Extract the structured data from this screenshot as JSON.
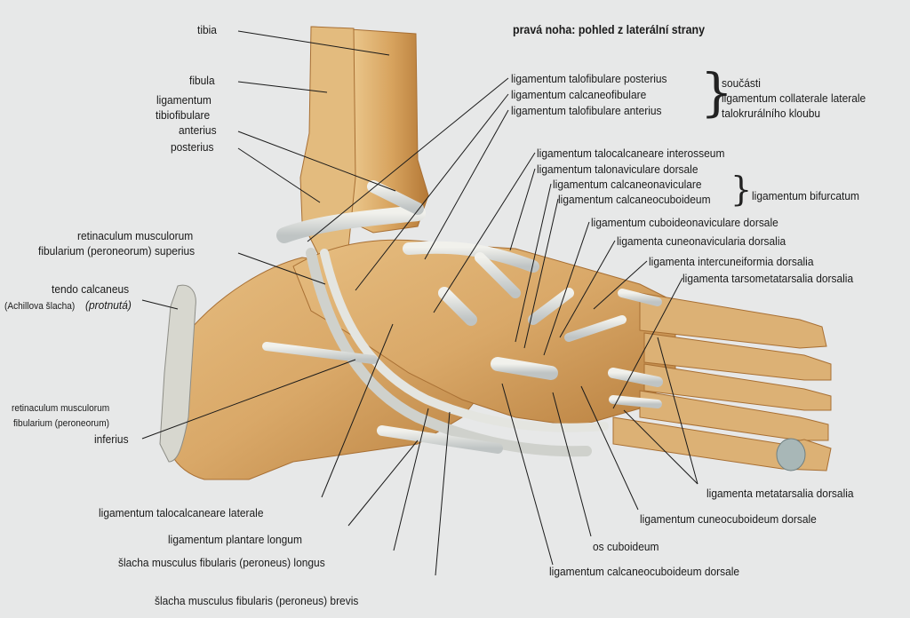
{
  "title": "pravá noha: pohled z laterální strany",
  "labels_left": {
    "tibia": "tibia",
    "fibula": "fibula",
    "lig_tibiofib_1": "ligamentum",
    "lig_tibiofib_2": "tibiofibulare",
    "lig_tibiofib_3": "anterius",
    "posterius": "posterius",
    "retinac_sup_1": "retinaculum musculorum",
    "retinac_sup_2": "fibularium (peroneorum) superius",
    "tendo_1": "tendo calcaneus",
    "tendo_2a": "(Achillova šlacha)",
    "tendo_2b": "(protnutá)",
    "retinac_inf_1": "retinaculum musculorum",
    "retinac_inf_2": "fibularium (peroneorum)",
    "retinac_inf_3": "inferius"
  },
  "labels_top": {
    "talofib_post": "ligamentum talofibulare posterius",
    "calcaneofib": "ligamentum calcaneofibulare",
    "talofib_ant": "ligamentum talofibulare anterius",
    "group1_1": "součásti",
    "group1_2": "ligamentum collaterale laterale",
    "group1_3": "talokrurálního kloubu"
  },
  "labels_right": {
    "talocalc_inteross": "ligamentum talocalcaneare interosseum",
    "talonav_dors": "ligamentum talonaviculare dorsale",
    "calcaneonav": "ligamentum calcaneonaviculare",
    "calcaneocub": "ligamentum calcaneocuboideum",
    "bifurcatum": "ligamentum bifurcatum",
    "cuboideonav": "ligamentum cuboideonaviculare dorsale",
    "cuneonav": "ligamenta cuneonavicularia dorsalia",
    "intercuneif": "ligamenta intercuneiformia dorsalia",
    "tarsometatars": "ligamenta tarsometatarsalia dorsalia",
    "metatars": "ligamenta metatarsalia dorsalia",
    "cuneocub": "ligamentum cuneocuboideum dorsale",
    "os_cub": "os cuboideum",
    "calcaneocub_dors": "ligamentum calcaneocuboideum dorsale"
  },
  "labels_bottom": {
    "talocalc_lat": "ligamentum talocalcaneare laterale",
    "plantare_long": "ligamentum plantare longum",
    "fib_longus": "šlacha musculus fibularis (peroneus) longus",
    "fib_brevis": "šlacha musculus fibularis (peroneus) brevis"
  },
  "colors": {
    "background": "#e7e8e8",
    "bone": "#d9a868",
    "bone_dark": "#b9803f",
    "ligament": "#dcdcd4",
    "leader": "#1a1a1a"
  }
}
